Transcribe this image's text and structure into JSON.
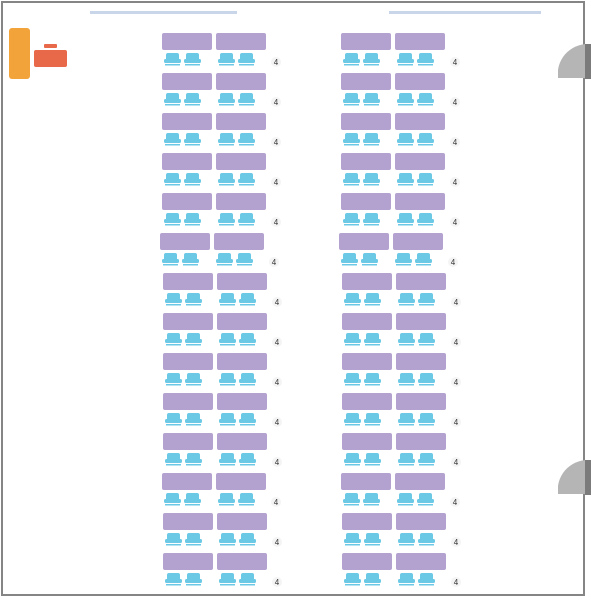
{
  "room": {
    "wall_color": "#858585",
    "window_color": "#c9d6ea",
    "stage_color": "#f2a33a",
    "podium_color": "#e8694a",
    "door_color": "#b5b5b5"
  },
  "tables": {
    "table_color": "#b3a2cf",
    "chair_color": "#6cc9e5",
    "sections": [
      {
        "name": "left",
        "rows": 14,
        "pairs_per_row": 2,
        "chairs_per_pair": 4,
        "label": "4"
      },
      {
        "name": "right",
        "rows": 14,
        "pairs_per_row": 2,
        "chairs_per_pair": 4,
        "label": "4"
      }
    ]
  }
}
